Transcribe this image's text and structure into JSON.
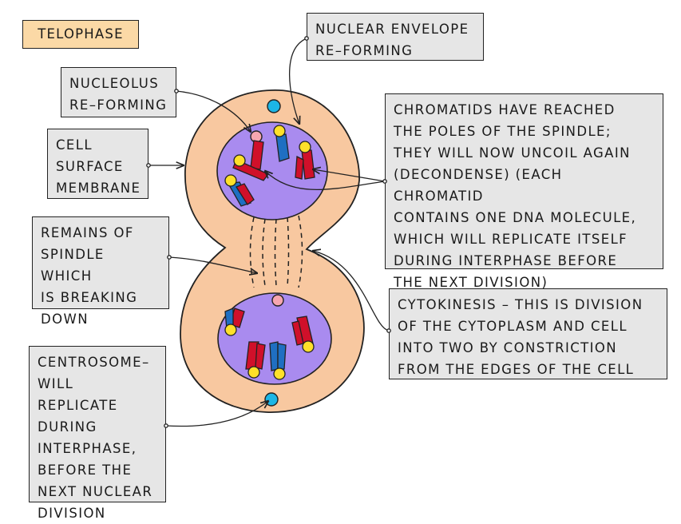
{
  "title": "TELOPHASE",
  "labels": {
    "nuclear_envelope": "NUCLEAR ENVELOPE\nRE–FORMING",
    "nucleolus": "NUCLEOLUS\nRE–FORMING",
    "cell_surface": "CELL\nSURFACE\nMEMBRANE",
    "chromatids": "CHROMATIDS HAVE REACHED\nTHE POLES OF THE SPINDLE;\nTHEY WILL NOW UNCOIL AGAIN\n(DECONDENSE) (EACH CHROMATID\nCONTAINS ONE DNA MOLECULE,\nWHICH WILL REPLICATE ITSELF\nDURING INTERPHASE BEFORE\nTHE NEXT DIVISION)",
    "spindle": "REMAINS OF\nSPINDLE WHICH\nIS BREAKING\nDOWN",
    "cytokinesis": "CYTOKINESIS – THIS IS DIVISION\nOF THE CYTOPLASM AND CELL\nINTO TWO BY CONSTRICTION\nFROM THE EDGES OF THE CELL",
    "centrosome": "CENTROSOME–\nWILL REPLICATE\nDURING\nINTERPHASE,\nBEFORE THE\nNEXT NUCLEAR\nDIVISION"
  },
  "colors": {
    "cytoplasm": "#f8c8a0",
    "nucleus": "#a98bef",
    "chromatid_red": "#d0102a",
    "chromatid_blue": "#1f6fc2",
    "centromere": "#ffe02a",
    "nucleolus": "#f7a6b0",
    "centrosome": "#1cb6e6",
    "label_bg": "#e6e6e6",
    "title_bg": "#fbd9a6"
  }
}
